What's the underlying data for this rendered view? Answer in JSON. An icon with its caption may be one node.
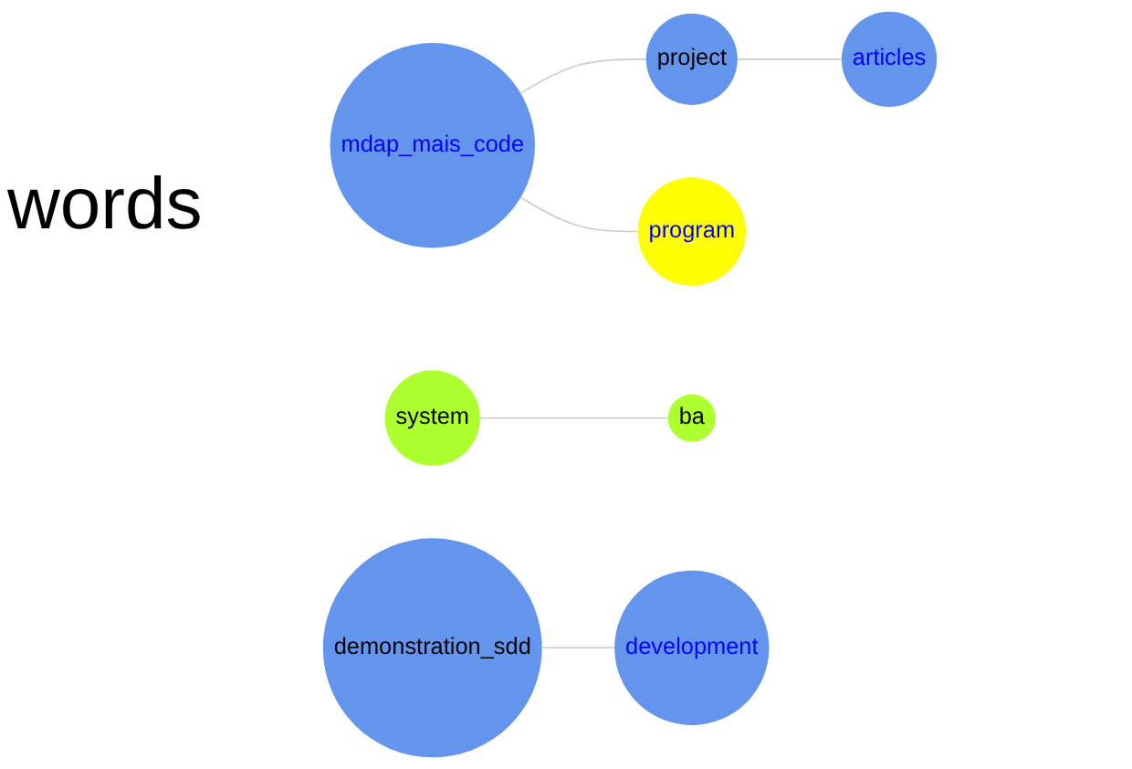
{
  "diagram": {
    "nodes": [
      {
        "text": [
          "mdap_mais_code"
        ]
      },
      {
        "text": [
          "project"
        ]
      },
      {
        "text": [
          "articles"
        ]
      },
      {
        "text": [
          "system"
        ]
      },
      {
        "text": [
          "program"
        ]
      },
      {
        "text": [
          "demonstration_sdd"
        ]
      },
      {
        "text": [
          "ba"
        ]
      },
      {
        "text": [
          "development"
        ]
      }
    ],
    "edges": [
      {
        "from": 0,
        "to": 4,
        "arrow": "none"
      },
      {
        "from": 0,
        "to": 1,
        "arrow": "none"
      },
      {
        "from": 1,
        "to": 2,
        "arrow": "none"
      },
      {
        "from": 3,
        "to": 6,
        "arrow": "none"
      },
      {
        "from": 5,
        "to": 7,
        "arrow": "none"
      }
    ],
    "labels": [
      "words"
    ]
  }
}
